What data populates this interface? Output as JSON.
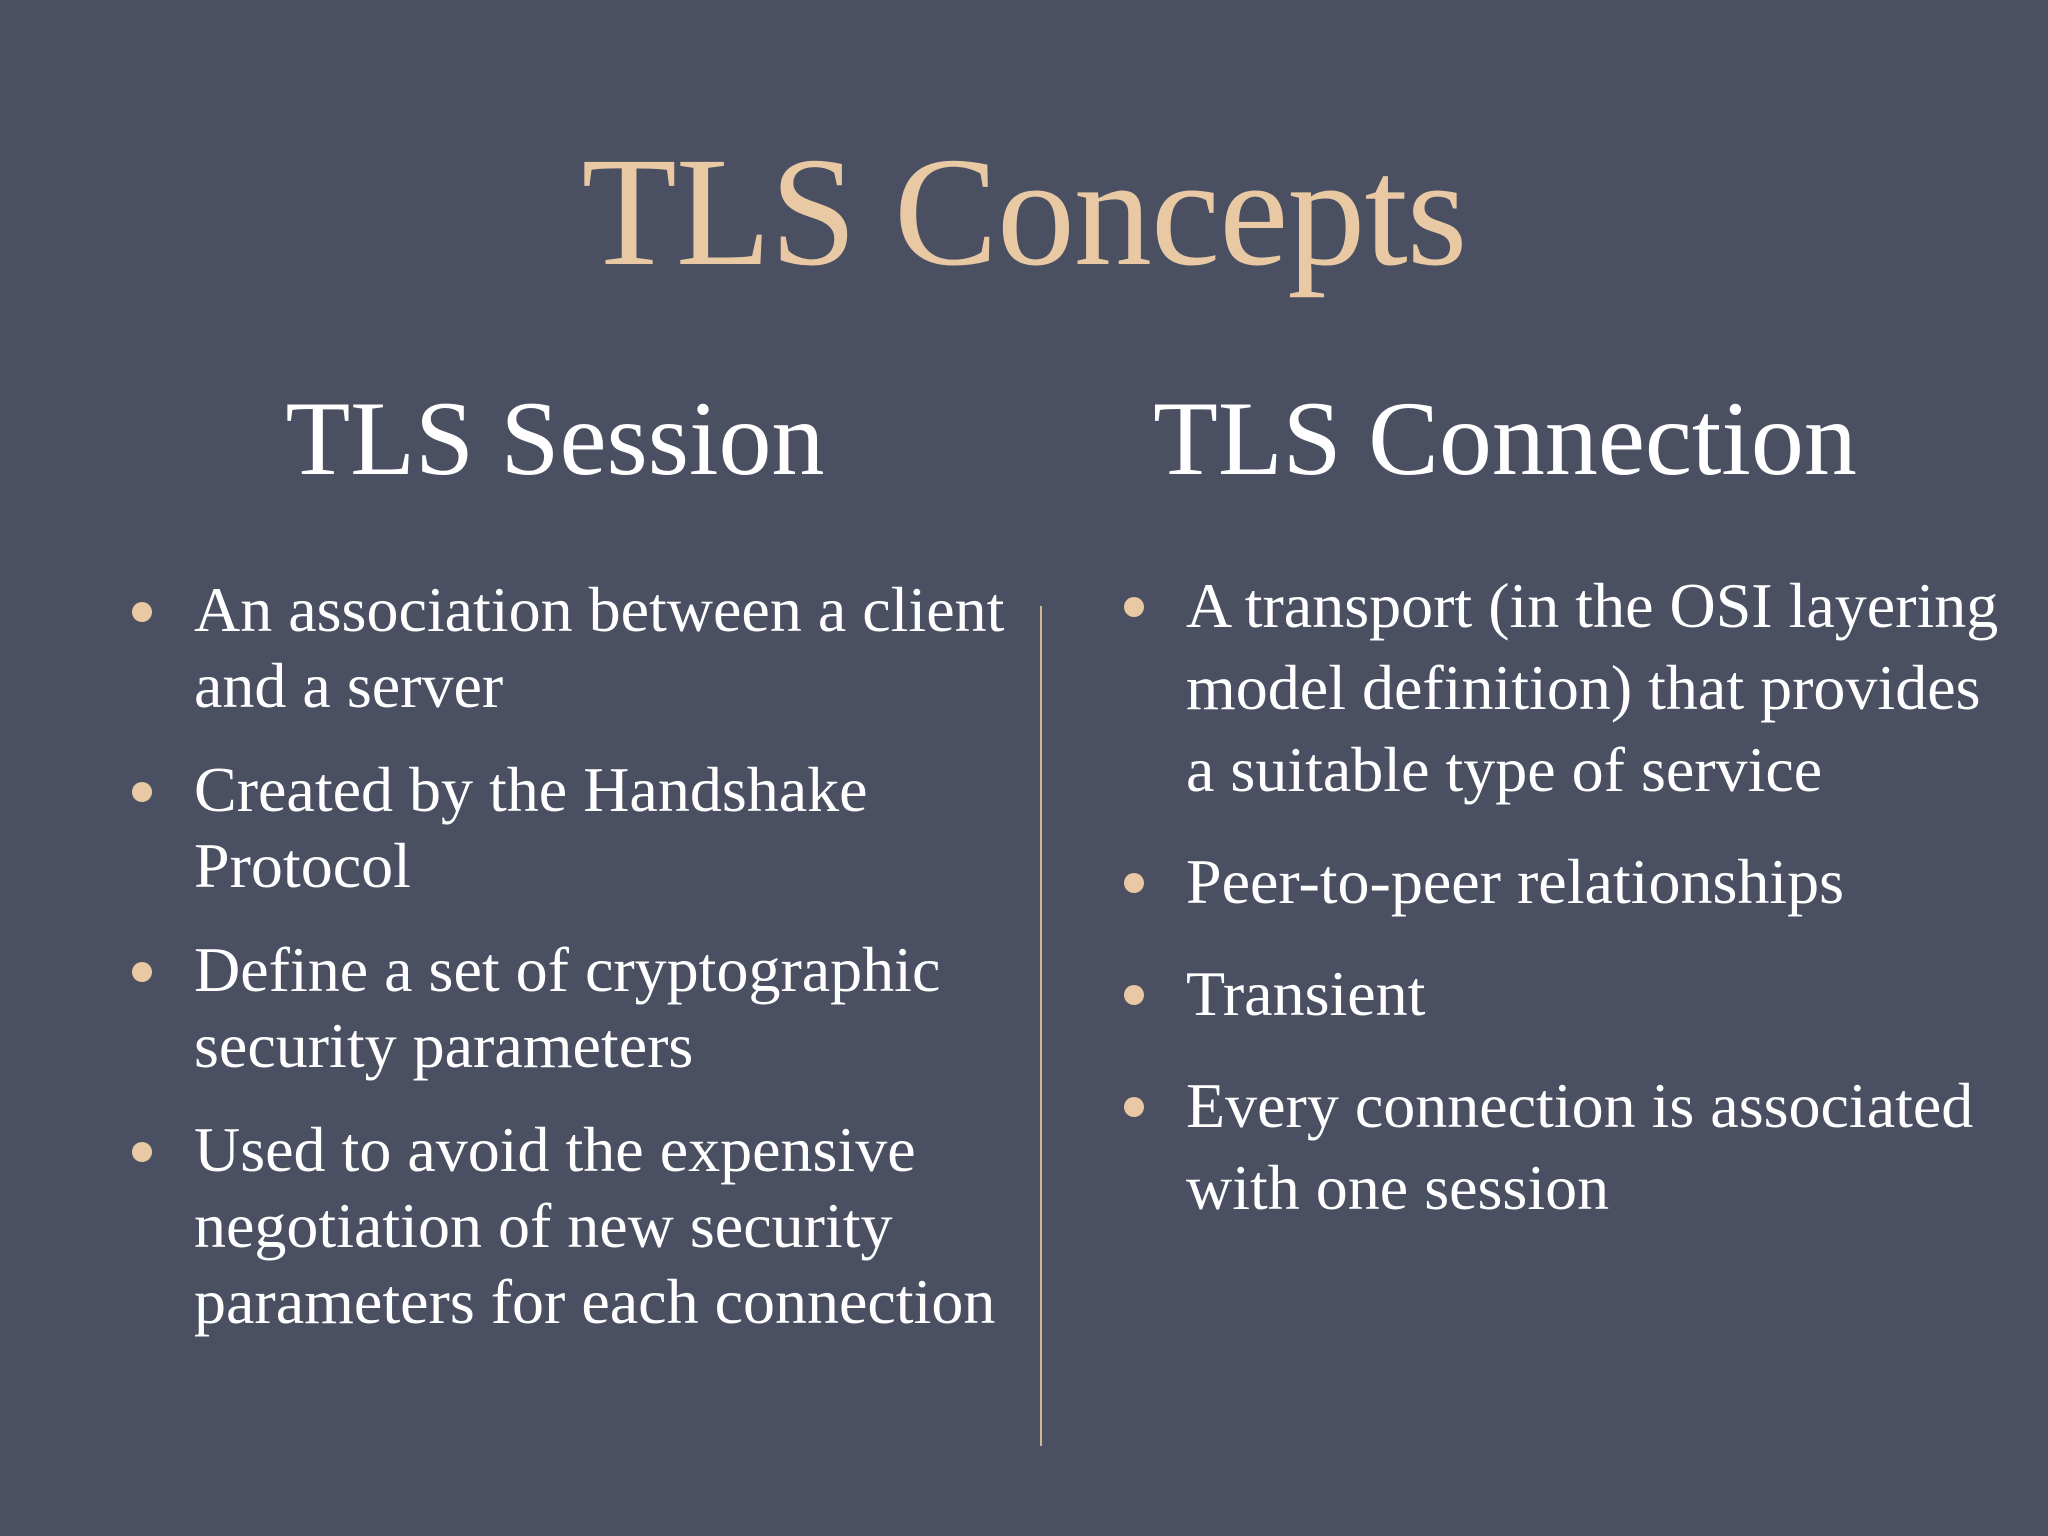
{
  "title": "TLS Concepts",
  "columns": [
    {
      "heading": "TLS Session",
      "bullets": [
        "An association between a client and a server",
        "Created by the Handshake Protocol",
        "Define a set of cryptographic security parameters",
        "Used to avoid the expensive negotiation of new security parameters for each connection"
      ]
    },
    {
      "heading": "TLS Connection",
      "bullets": [
        "A transport (in the OSI layering model definition) that provides a suitable type of service",
        "Peer-to-peer relationships",
        "Transient",
        "Every connection is associated with one session"
      ]
    }
  ],
  "colors": {
    "background": "#4a4f61",
    "accent": "#e9c9a4",
    "text": "#ffffff"
  }
}
